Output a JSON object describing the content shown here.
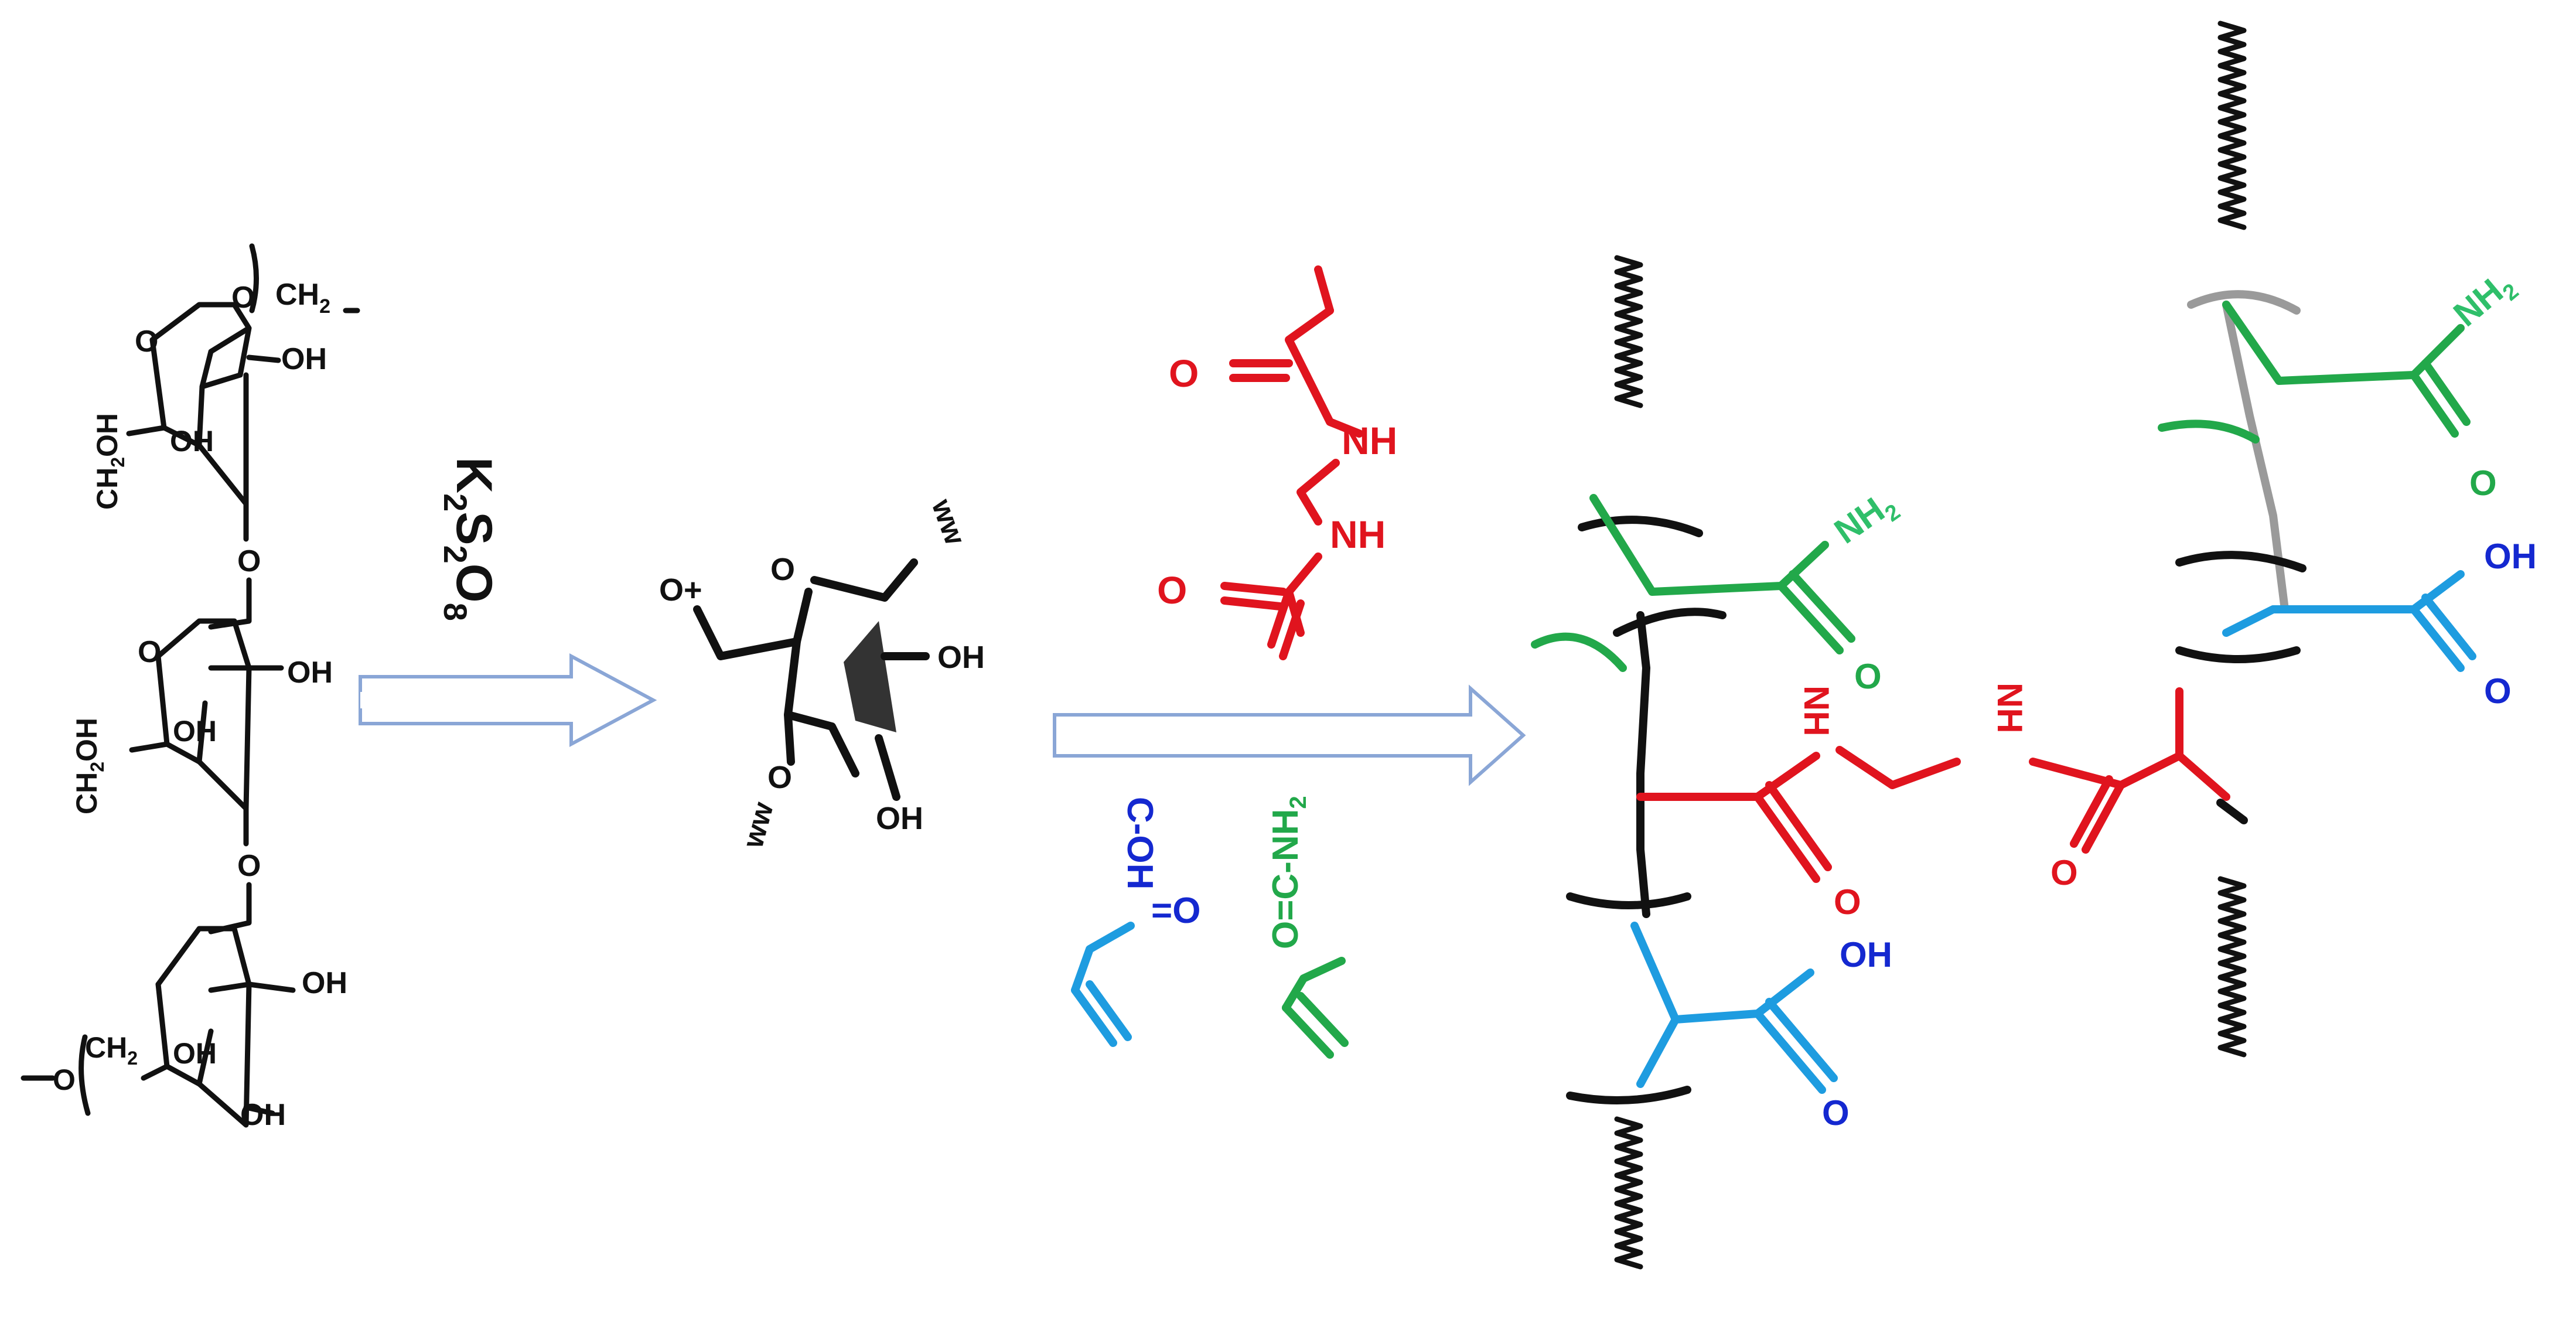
{
  "reagent": {
    "K": "K",
    "k_sub": "2",
    "S": "S",
    "s_sub": "2",
    "O": "O",
    "o_sub": "8"
  },
  "starch": {
    "ch2_top": "CH",
    "ch2_top_sub": "2",
    "ring1": {
      "O_ring": "O",
      "O_link": "O",
      "OH_2": "OH",
      "OH_3": "OH",
      "CH2OH_a": "CH",
      "CH2OH_sub": "2",
      "CH2OH_b": "OH"
    },
    "bridge1": "O",
    "ring2": {
      "O_ring": "O",
      "OH_2": "OH",
      "OH_3": "OH",
      "CH2OH_a": "CH",
      "CH2OH_sub": "2",
      "CH2OH_b": "OH"
    },
    "bridge2": "O",
    "ring3": {
      "OH_2": "OH",
      "OH_3": "OH",
      "OH_4": "OH",
      "ch2": "CH",
      "ch2_sub": "2",
      "O_end": "O"
    }
  },
  "radical": {
    "O_plus": "O+",
    "O_ring": "O",
    "OH_a": "OH",
    "OH_b": "OH",
    "O_low": "O",
    "wavy_a": "ww",
    "wavy_b": "ww"
  },
  "monomers": {
    "mba": {
      "O1": "O",
      "NH1": "NH",
      "NH2": "NH",
      "O2": "O"
    },
    "acrylic_acid": {
      "cooh": "C-OH",
      "co": "=O"
    },
    "acrylamide": {
      "conh2_a": "O=C-NH",
      "conh2_sub": "2"
    }
  },
  "network": {
    "nh2_left": "NH",
    "nh2_left_sub": "2",
    "o_left_amide": "O",
    "nh_a": "NH",
    "nh_b": "NH",
    "o_crosslink_left": "O",
    "o_crosslink_right": "O",
    "oh_left": "OH",
    "o_left_acid": "O",
    "nh2_right": "NH",
    "nh2_right_sub": "2",
    "o_right_amide": "O",
    "oh_right": "OH",
    "o_right_acid": "O"
  },
  "colors": {
    "black": "#111111",
    "red": "#e0141e",
    "green": "#22a84a",
    "light_green": "#2fbf6a",
    "cyan": "#1e9ce0",
    "blue": "#1428d0",
    "arrow": "#8aa6d6"
  }
}
